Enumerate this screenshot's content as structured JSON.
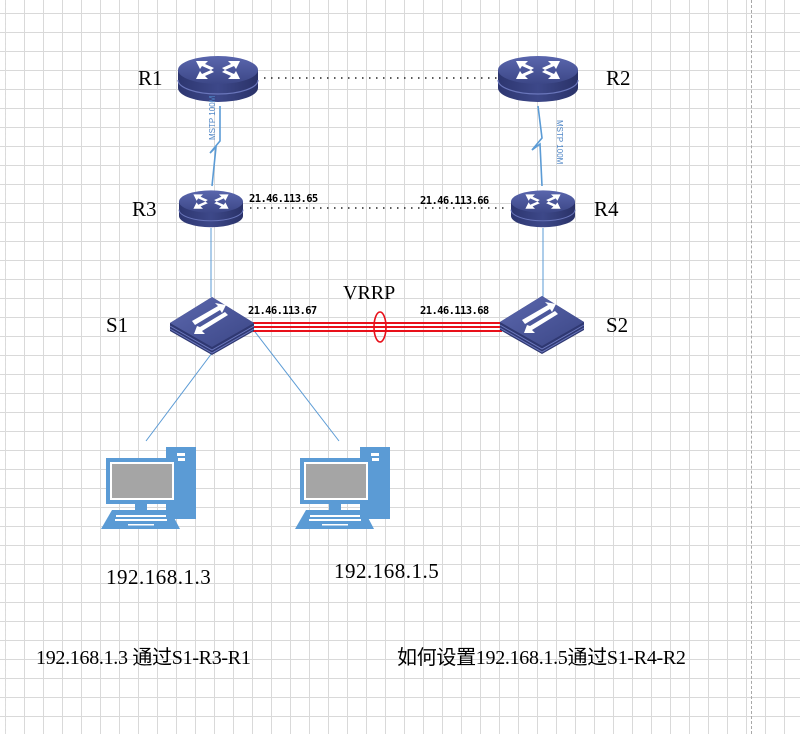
{
  "devices": {
    "r1": {
      "label": "R1",
      "type": "router"
    },
    "r2": {
      "label": "R2",
      "type": "router"
    },
    "r3": {
      "label": "R3",
      "type": "router"
    },
    "r4": {
      "label": "R4",
      "type": "router"
    },
    "s1": {
      "label": "S1",
      "type": "switch"
    },
    "s2": {
      "label": "S2",
      "type": "switch"
    }
  },
  "links": {
    "r1_r3": {
      "label": "MSTP 100M",
      "style": "serial"
    },
    "r2_r4": {
      "label": "MSTP 100M",
      "style": "serial"
    },
    "r1_r2": {
      "style": "dotted"
    },
    "r3_r4": {
      "style": "dotted"
    },
    "s1_s2": {
      "label": "VRRP",
      "style": "aggregated",
      "color": "#e8101a"
    }
  },
  "interfaces": {
    "r3": "21.46.113.65",
    "r4": "21.46.113.66",
    "s1": "21.46.113.67",
    "s2": "21.46.113.68"
  },
  "hosts": [
    {
      "label": "192.168.1.3",
      "type": "pc"
    },
    {
      "label": "192.168.1.5",
      "type": "pc"
    }
  ],
  "notes": {
    "left": "192.168.1.3 通过S1-R3-R1",
    "right": "如何设置192.168.1.5通过S1-R4-R2"
  },
  "colors": {
    "device": "#3f4a8f",
    "pc": "#5b9bd5",
    "link": "#5b9bd5",
    "vrrp": "#e8101a"
  }
}
